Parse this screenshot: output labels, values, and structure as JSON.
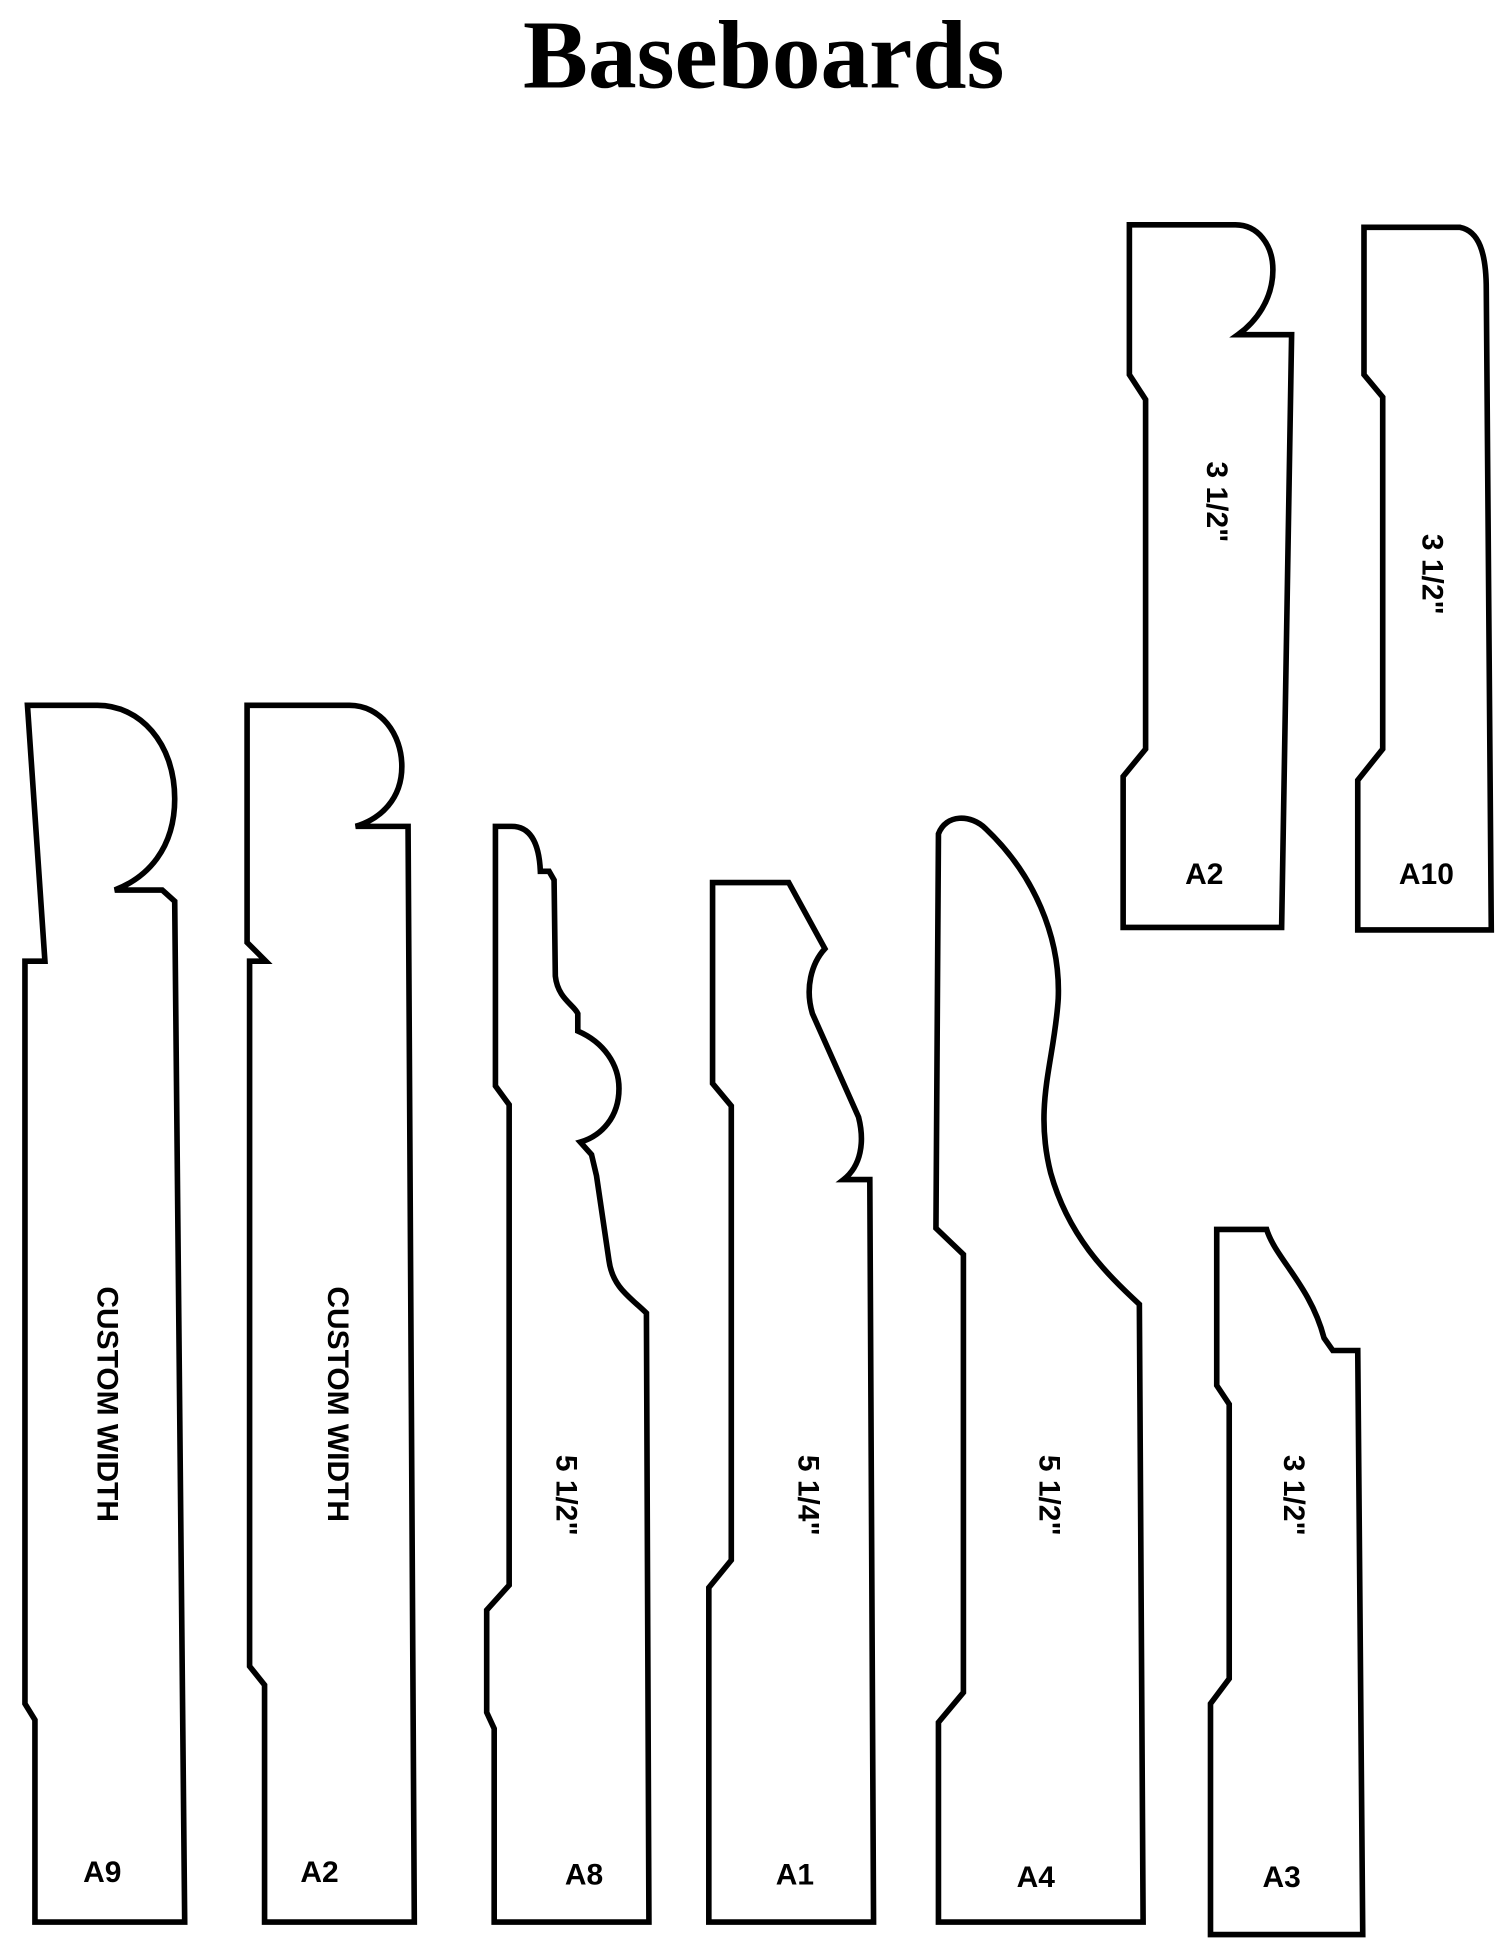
{
  "title": "Baseboards",
  "profiles": [
    {
      "code": "A9",
      "size": "CUSTOM WIDTH"
    },
    {
      "code": "A2",
      "size": "CUSTOM WIDTH"
    },
    {
      "code": "A8",
      "size": "5 1/2\""
    },
    {
      "code": "A1",
      "size": "5 1/4\""
    },
    {
      "code": "A4",
      "size": "5 1/2\""
    },
    {
      "code": "A3",
      "size": "3 1/2\""
    },
    {
      "code": "A2",
      "size": "3 1/2\""
    },
    {
      "code": "A10",
      "size": "3 1/2\""
    }
  ]
}
